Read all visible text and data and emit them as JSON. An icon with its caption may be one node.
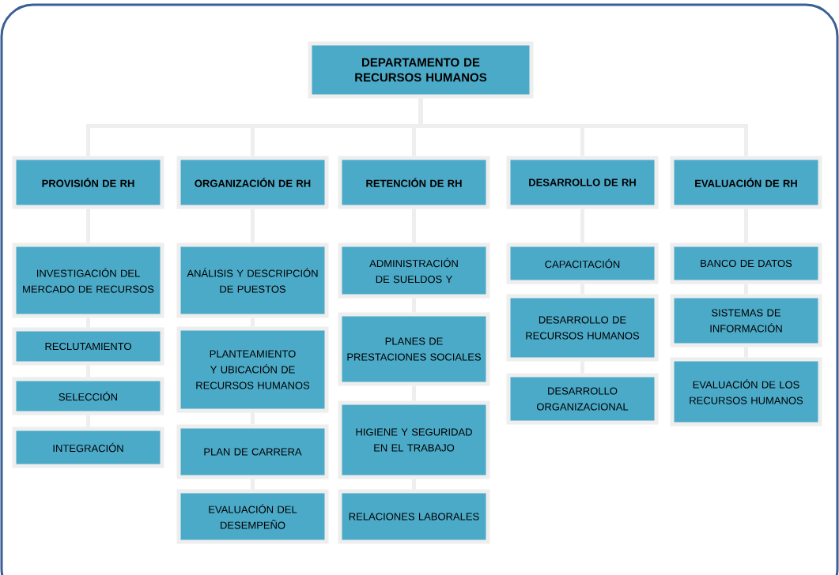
{
  "diagram": {
    "nodes": [
      {
        "text": [
          "DEPARTAMENTO DE RECURSOS HUMANOS"
        ]
      },
      {
        "text": [
          "PROVISIÓN DE RH"
        ]
      },
      {
        "text": [
          "ORGANIZACIÓN DE RH"
        ]
      },
      {
        "text": [
          "RETENCIÓN DE RH"
        ]
      },
      {
        "text": [
          "DESARROLLO DE RH"
        ]
      },
      {
        "text": [
          "EVALUACIÓN DE RH"
        ]
      },
      {
        "text": [
          "INVESTIGACIÓN DEL MERCADO DE RECURSOS"
        ]
      },
      {
        "text": [
          "RECLUTAMIENTO"
        ]
      },
      {
        "text": [
          "SELECCIÓN"
        ]
      },
      {
        "text": [
          "INTEGRACIÓN"
        ]
      },
      {
        "text": [
          "ANÁLISIS Y DESCRIPCIÓN DE PUESTOS"
        ]
      },
      {
        "text": [
          "PLANTEAMIENTO Y UBICACIÓN DE RECURSOS HUMANOS"
        ]
      },
      {
        "text": [
          "PLAN DE CARRERA"
        ]
      },
      {
        "text": [
          "EVALUACIÓN DEL DESEMPEÑO"
        ]
      },
      {
        "text": [
          "ADMINISTRACIÓN DE SUELDOS Y"
        ]
      },
      {
        "text": [
          "PLANES DE PRESTACIONES SOCIALES"
        ]
      },
      {
        "text": [
          "HIGIENE Y SEGURIDAD EN EL TRABAJO"
        ]
      },
      {
        "text": [
          "RELACIONES LABORALES"
        ]
      },
      {
        "text": [
          "CAPACITACIÓN"
        ]
      },
      {
        "text": [
          "DESARROLLO DE RECURSOS HUMANOS"
        ]
      },
      {
        "text": [
          "DESARROLLO ORGANIZACIONAL"
        ]
      },
      {
        "text": [
          "BANCO DE DATOS"
        ]
      },
      {
        "text": [
          "SISTEMAS DE INFORMACIÓN"
        ]
      },
      {
        "text": [
          "EVALUACIÓN DE LOS RECURSOS HUMANOS"
        ]
      }
    ],
    "edges": [
      {
        "from": 0,
        "to": 1,
        "arrow": "none"
      },
      {
        "from": 0,
        "to": 2,
        "arrow": "none"
      },
      {
        "from": 0,
        "to": 3,
        "arrow": "none"
      },
      {
        "from": 0,
        "to": 4,
        "arrow": "none"
      },
      {
        "from": 0,
        "to": 5,
        "arrow": "none"
      },
      {
        "from": 1,
        "to": 6,
        "arrow": "none"
      },
      {
        "from": 6,
        "to": 7,
        "arrow": "none"
      },
      {
        "from": 7,
        "to": 8,
        "arrow": "none"
      },
      {
        "from": 8,
        "to": 9,
        "arrow": "none"
      },
      {
        "from": 2,
        "to": 10,
        "arrow": "none"
      },
      {
        "from": 10,
        "to": 11,
        "arrow": "none"
      },
      {
        "from": 11,
        "to": 12,
        "arrow": "none"
      },
      {
        "from": 12,
        "to": 13,
        "arrow": "none"
      },
      {
        "from": 3,
        "to": 14,
        "arrow": "none"
      },
      {
        "from": 14,
        "to": 15,
        "arrow": "none"
      },
      {
        "from": 15,
        "to": 16,
        "arrow": "none"
      },
      {
        "from": 16,
        "to": 17,
        "arrow": "none"
      },
      {
        "from": 4,
        "to": 18,
        "arrow": "none"
      },
      {
        "from": 18,
        "to": 19,
        "arrow": "none"
      },
      {
        "from": 19,
        "to": 20,
        "arrow": "none"
      },
      {
        "from": 5,
        "to": 21,
        "arrow": "none"
      },
      {
        "from": 21,
        "to": 22,
        "arrow": "none"
      },
      {
        "from": 22,
        "to": 23,
        "arrow": "none"
      }
    ]
  }
}
